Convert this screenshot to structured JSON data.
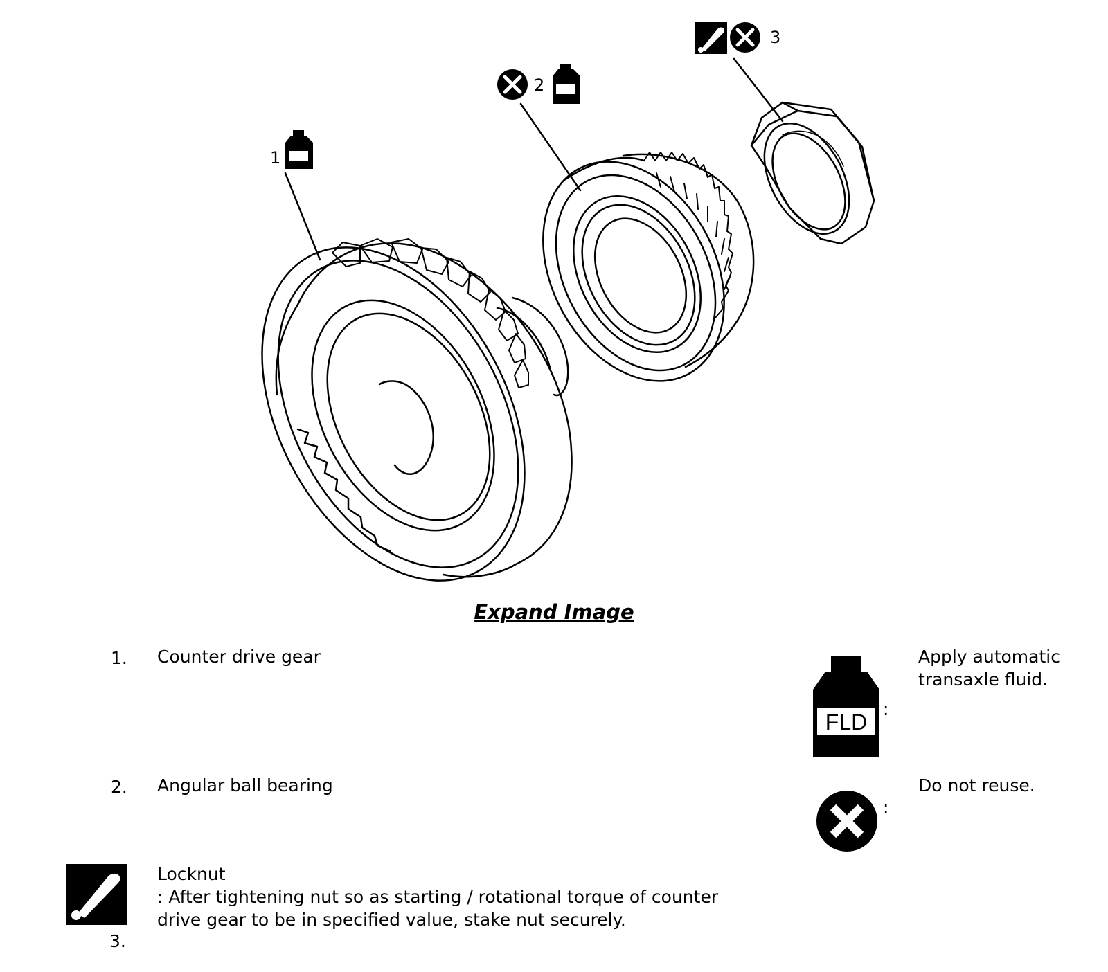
{
  "diagram": {
    "callouts": [
      {
        "number": "1",
        "icon": "fluid-bottle-icon"
      },
      {
        "number": "2",
        "icons": [
          "do-not-reuse-icon",
          "fluid-bottle-icon"
        ]
      },
      {
        "number": "3",
        "icons": [
          "stake-punch-icon",
          "do-not-reuse-icon"
        ]
      }
    ]
  },
  "expand_link": "Expand Image",
  "legend": [
    {
      "number": "1.",
      "name": "Counter drive gear"
    },
    {
      "number": "2.",
      "name": "Angular ball bearing"
    },
    {
      "number": "3.",
      "name": "Locknut",
      "note_line1": ": After tightening nut so as starting / rotational torque of counter",
      "note_line2": "drive gear to be in specified value, stake nut securely.",
      "icon": "stake-punch-icon"
    }
  ],
  "symbols": [
    {
      "icon": "fluid-bottle-icon",
      "label": "FLD",
      "colon": ":",
      "desc_line1": "Apply automatic",
      "desc_line2": "transaxle fluid."
    },
    {
      "icon": "do-not-reuse-icon",
      "colon": ":",
      "desc": "Do not reuse."
    }
  ]
}
